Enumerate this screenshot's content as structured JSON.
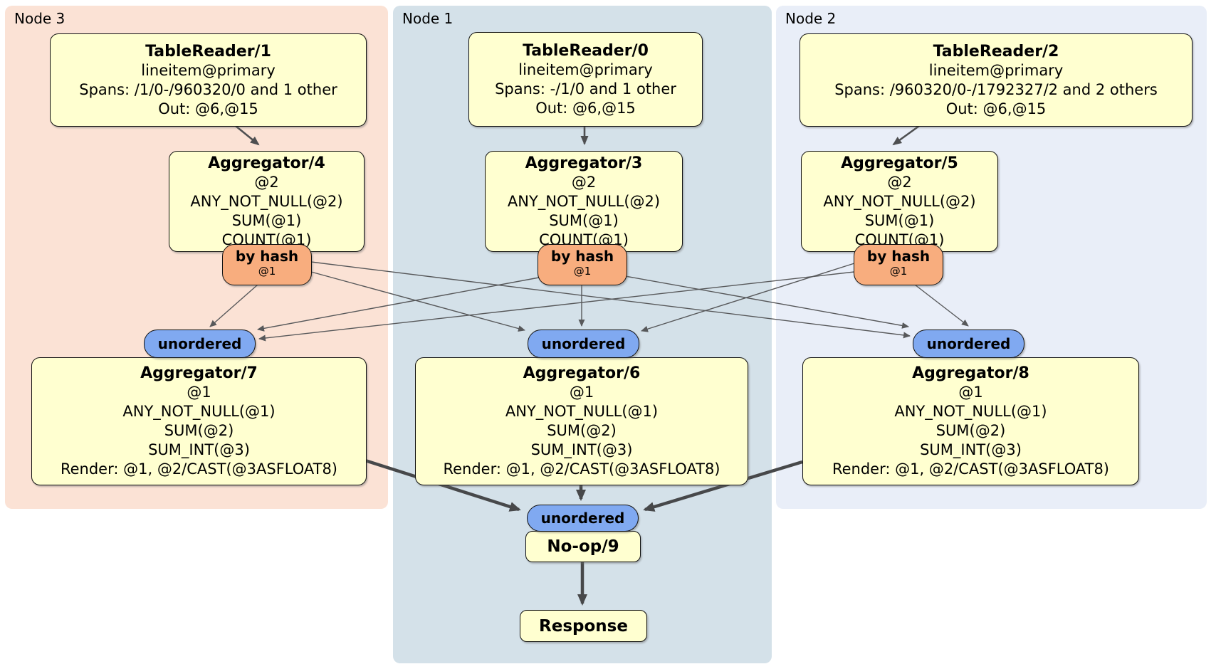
{
  "panels": {
    "node3": {
      "label": "Node 3"
    },
    "node1": {
      "label": "Node 1"
    },
    "node2": {
      "label": "Node 2"
    }
  },
  "nodes": {
    "tr1": {
      "title": "TableReader/1",
      "lines": [
        "lineitem@primary",
        "Spans: /1/0-/960320/0 and 1 other",
        "Out: @6,@15"
      ]
    },
    "tr0": {
      "title": "TableReader/0",
      "lines": [
        "lineitem@primary",
        "Spans: -/1/0 and 1 other",
        "Out: @6,@15"
      ]
    },
    "tr2": {
      "title": "TableReader/2",
      "lines": [
        "lineitem@primary",
        "Spans: /960320/0-/1792327/2 and 2 others",
        "Out: @6,@15"
      ]
    },
    "agg4": {
      "title": "Aggregator/4",
      "lines": [
        "@2",
        "ANY_NOT_NULL(@2)",
        "SUM(@1)",
        "COUNT(@1)"
      ]
    },
    "agg3": {
      "title": "Aggregator/3",
      "lines": [
        "@2",
        "ANY_NOT_NULL(@2)",
        "SUM(@1)",
        "COUNT(@1)"
      ]
    },
    "agg5": {
      "title": "Aggregator/5",
      "lines": [
        "@2",
        "ANY_NOT_NULL(@2)",
        "SUM(@1)",
        "COUNT(@1)"
      ]
    },
    "agg7": {
      "title": "Aggregator/7",
      "lines": [
        "@1",
        "ANY_NOT_NULL(@1)",
        "SUM(@2)",
        "SUM_INT(@3)",
        "Render: @1, @2/CAST(@3ASFLOAT8)"
      ]
    },
    "agg6": {
      "title": "Aggregator/6",
      "lines": [
        "@1",
        "ANY_NOT_NULL(@1)",
        "SUM(@2)",
        "SUM_INT(@3)",
        "Render: @1, @2/CAST(@3ASFLOAT8)"
      ]
    },
    "agg8": {
      "title": "Aggregator/8",
      "lines": [
        "@1",
        "ANY_NOT_NULL(@1)",
        "SUM(@2)",
        "SUM_INT(@3)",
        "Render: @1, @2/CAST(@3ASFLOAT8)"
      ]
    },
    "noop9": {
      "title": "No-op/9"
    },
    "response": {
      "title": "Response"
    }
  },
  "routers": {
    "by_hash": {
      "label": "by hash",
      "key": "@1"
    },
    "unordered": {
      "label": "unordered"
    }
  },
  "colors": {
    "node3_panel": "#fbe2d5",
    "node1_panel": "#d4e1e9",
    "node2_panel": "#e9eef8",
    "node_box": "#ffffd0",
    "hash_router": "#f8ad7e",
    "unordered_sync": "#80a9f1",
    "edge_thin": "#57585a",
    "edge_thick": "#47484a",
    "border": "#111111"
  }
}
